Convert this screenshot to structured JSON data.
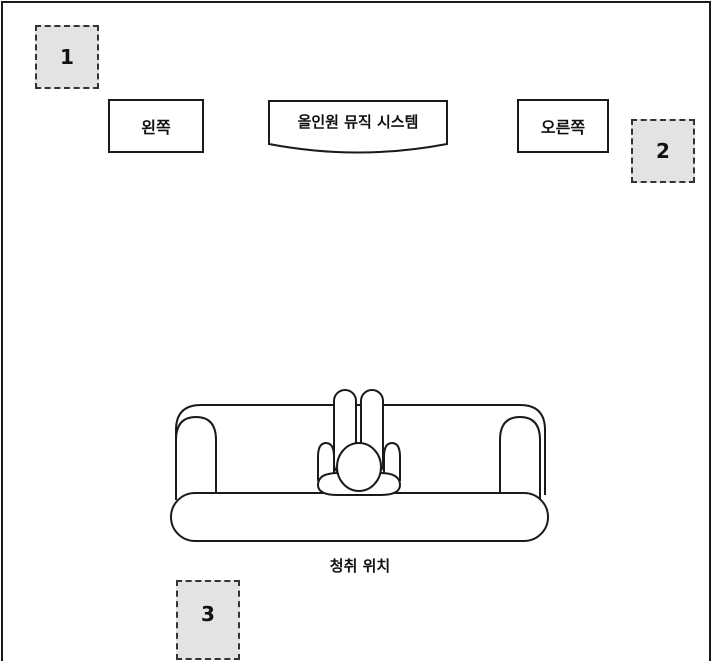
{
  "markers": [
    "1",
    "2",
    "3"
  ],
  "speakers": {
    "left": "왼쪽",
    "right": "오른쪽",
    "center": "올인원 뮤직 시스템"
  },
  "listening_position": "청취 위치"
}
